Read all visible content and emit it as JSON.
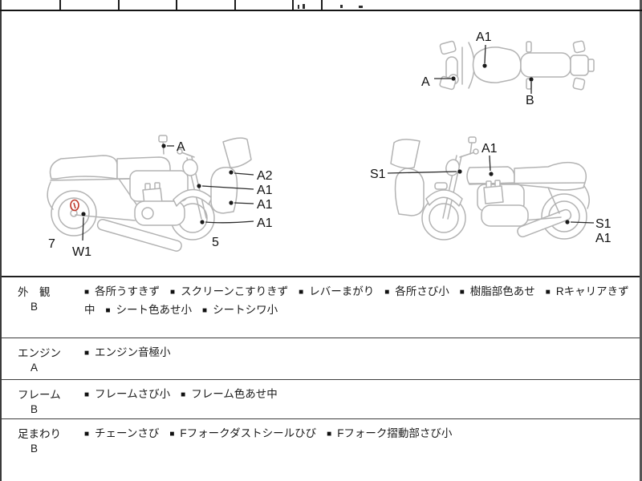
{
  "bullet": "■",
  "colors": {
    "sketch_outline": "#b3b3b3",
    "label_ink": "#1a1a1a",
    "damage_marker_red": "#c0392b"
  },
  "sections": [
    {
      "label": "外　観",
      "grade": "B",
      "items": [
        "各所うすきず",
        "スクリーンこすりきず",
        "レバーまがり",
        "各所さび小",
        "樹脂部色あせ",
        "Rキャリアきず中",
        "シート色あせ小",
        "シートシワ小"
      ]
    },
    {
      "label": "エンジン",
      "grade": "A",
      "items": [
        "エンジン音極小"
      ]
    },
    {
      "label": "フレーム",
      "grade": "B",
      "items": [
        "フレームさび小",
        "フレーム色あせ中"
      ]
    },
    {
      "label": "足まわり",
      "grade": "B",
      "items": [
        "チェーンさび",
        "Fフォークダストシールひび",
        "Fフォーク摺動部さび小"
      ]
    }
  ],
  "diagrams": {
    "top_view": {
      "front_label": "A",
      "tank_label": "A1",
      "rear_label": "B"
    },
    "left_view": {
      "mirror_label": "A",
      "screen_label": "A2",
      "fork_label": "A1",
      "cowl_label": "A1",
      "front_wheel_label": "A1",
      "left_number": "7",
      "swingarm_label": "W1",
      "center_number": "5"
    },
    "right_view": {
      "front_label": "S1",
      "tank_label": "A1",
      "rear_wheel_label_s": "S1",
      "rear_wheel_label_a": "A1"
    }
  }
}
